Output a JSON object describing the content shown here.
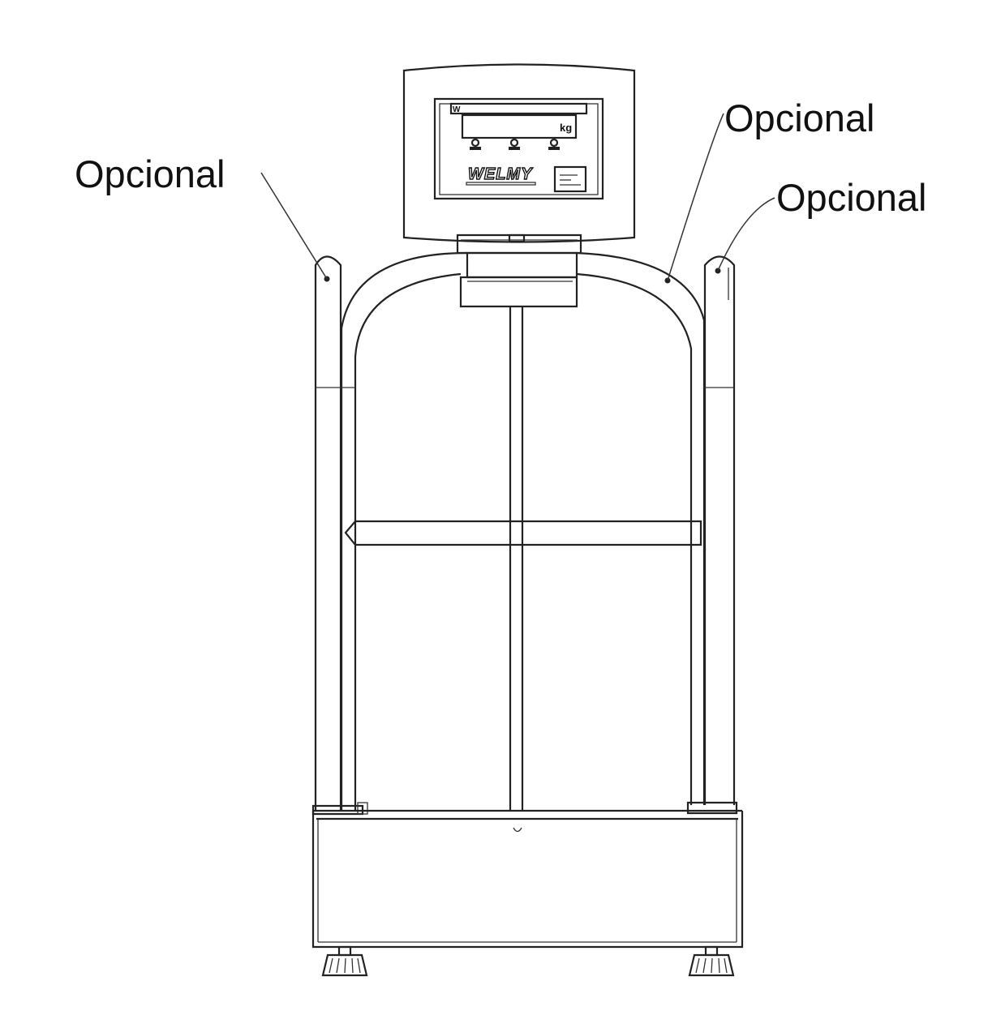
{
  "callouts": {
    "left_handrail": "Opcional",
    "arch_frame": "Opcional",
    "right_handrail": "Opcional"
  },
  "indicator": {
    "brand": "WELMY",
    "unit": "kg",
    "mark": "W"
  },
  "colors": {
    "line": "#222222",
    "background": "#ffffff"
  }
}
